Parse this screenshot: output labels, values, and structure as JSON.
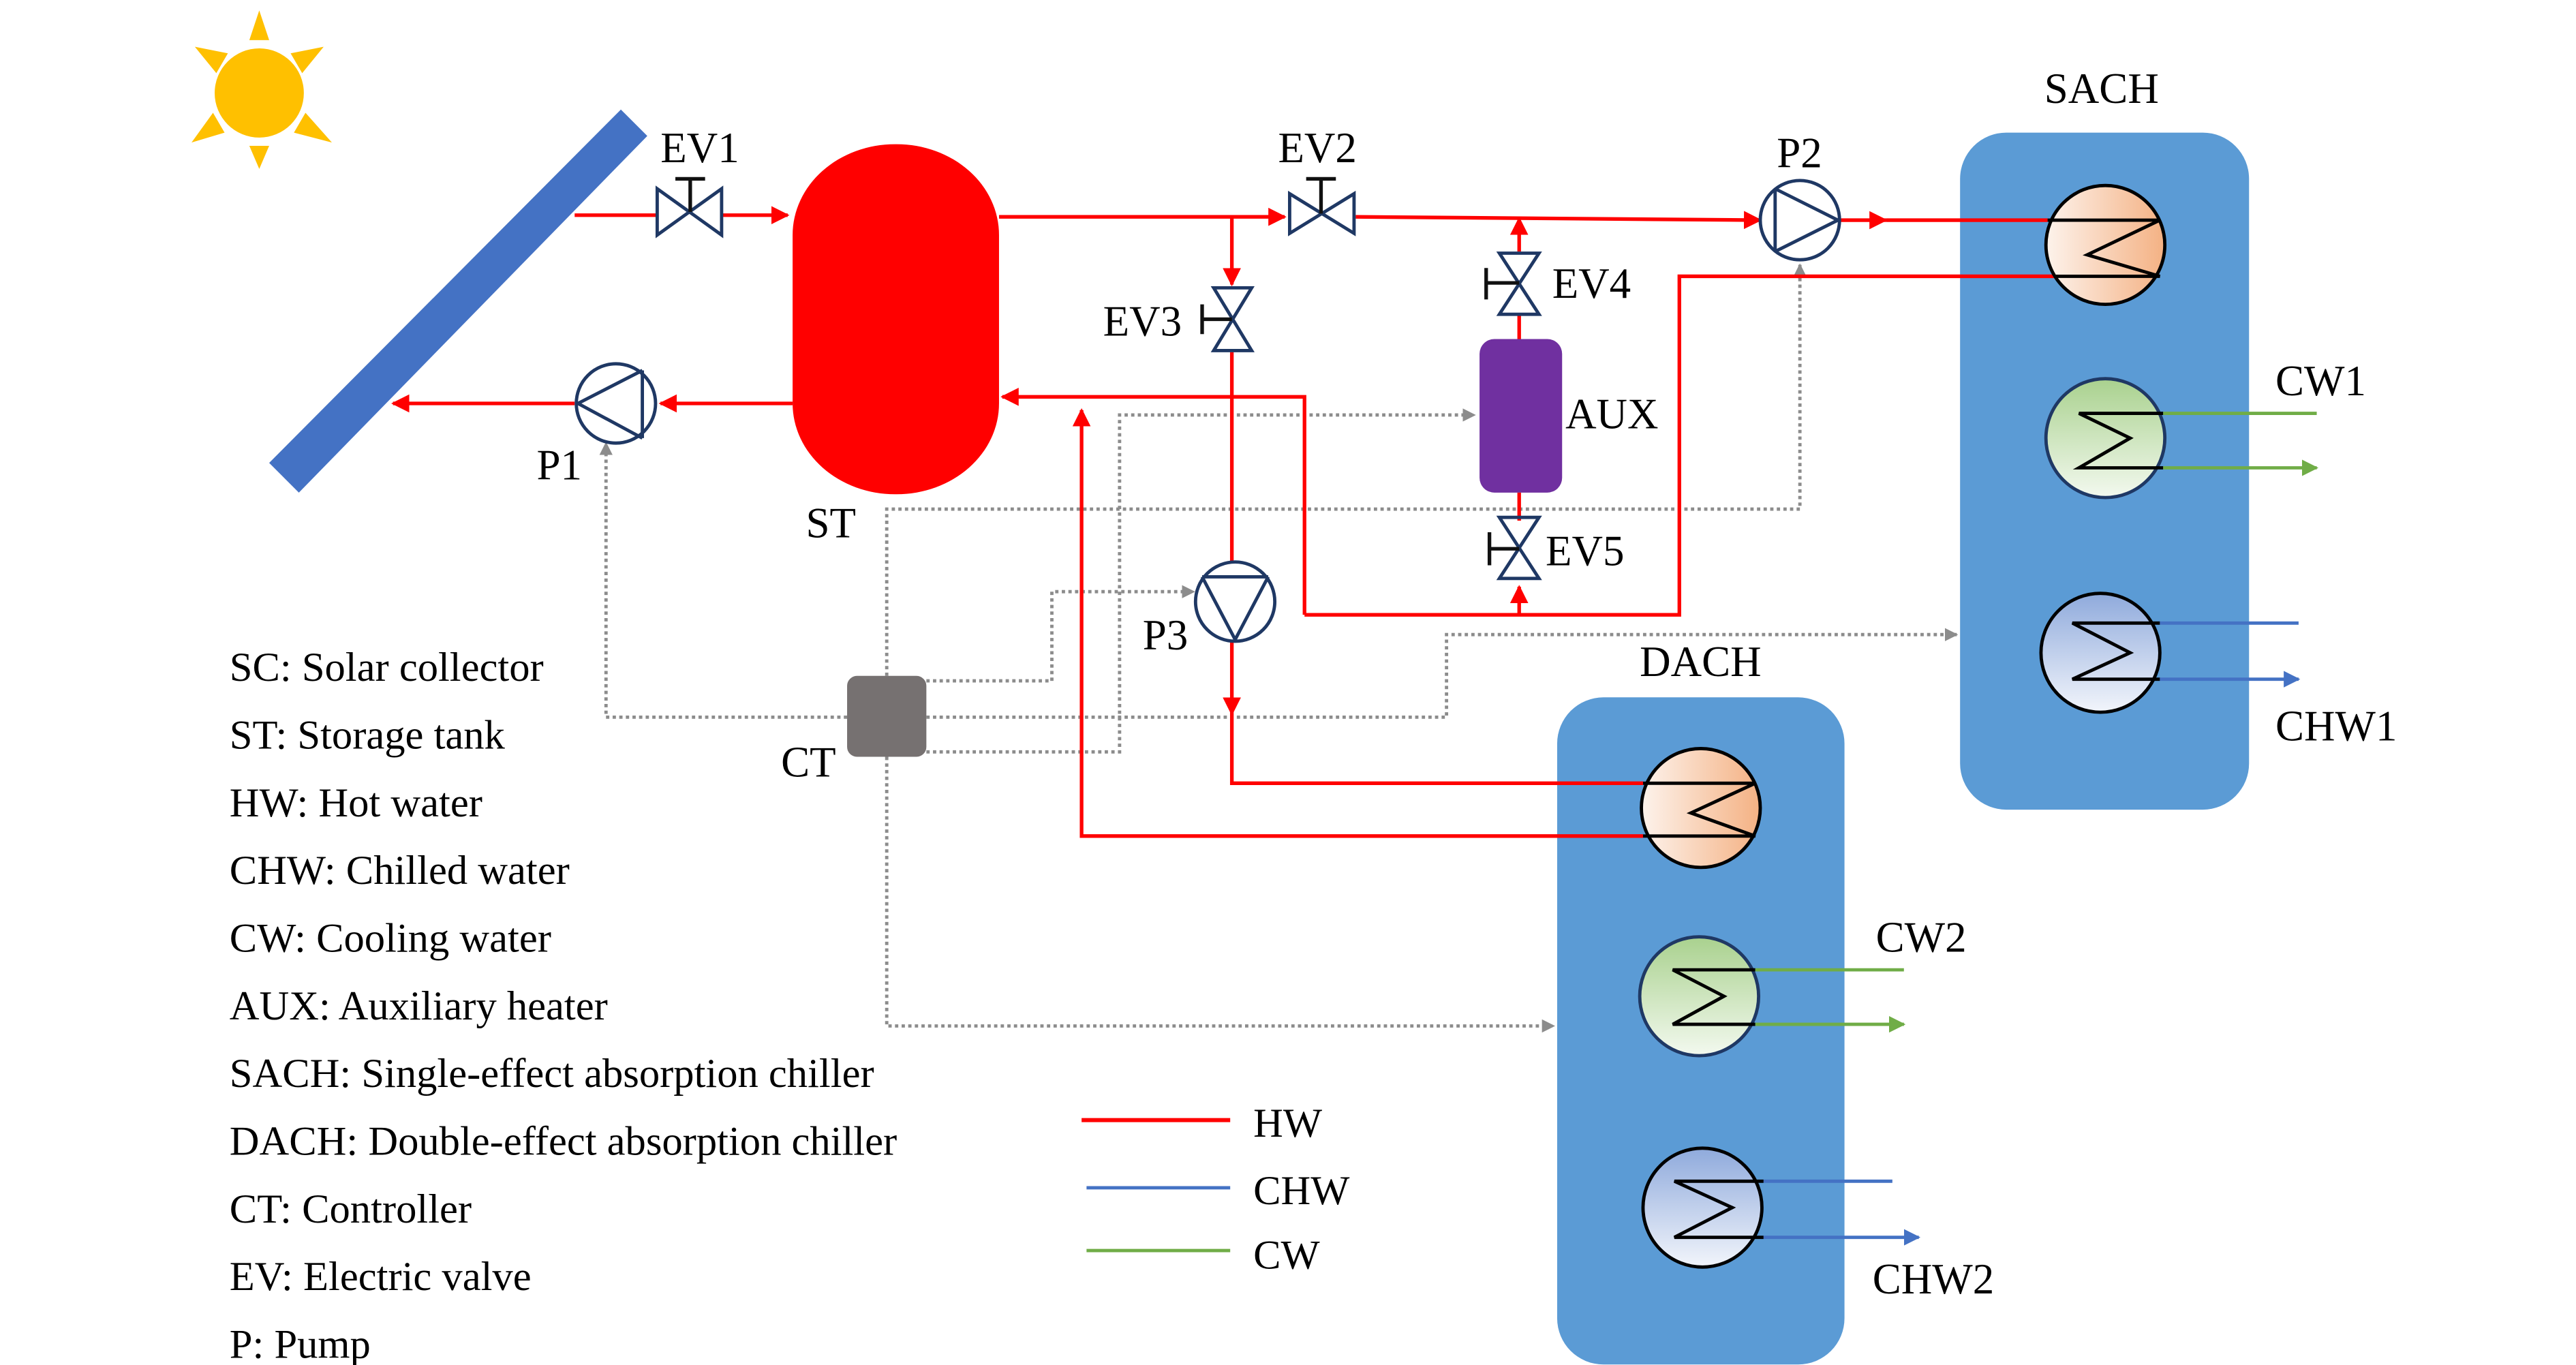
{
  "title": "Solar-driven absorption cooling system schematic",
  "colors": {
    "hot_water": "#ff0000",
    "chilled_water": "#4472c4",
    "cooling_water": "#70ad47",
    "signal": "#8c8c8c",
    "collector": "#4472c4",
    "storage_tank": "#ff0000",
    "aux_heater": "#7030a0",
    "chiller_box": "#5b9bd5",
    "controller": "#767171",
    "sun": "#ffc000"
  },
  "components": {
    "storage_tank": "ST",
    "aux_heater": "AUX",
    "controller": "CT",
    "sach": "SACH",
    "dach": "DACH",
    "pumps": [
      "P1",
      "P2",
      "P3"
    ],
    "valves": [
      "EV1",
      "EV2",
      "EV3",
      "EV4",
      "EV5"
    ],
    "ports": {
      "cw1": "CW1",
      "chw1": "CHW1",
      "cw2": "CW2",
      "chw2": "CHW2"
    }
  },
  "abbreviations": [
    "SC: Solar collector",
    "ST: Storage tank",
    "HW: Hot water",
    "CHW: Chilled water",
    "CW: Cooling water",
    "AUX: Auxiliary heater",
    "SACH: Single-effect absorption chiller",
    "DACH: Double-effect absorption chiller",
    "CT: Controller",
    "EV: Electric valve",
    "P: Pump"
  ],
  "line_legend": [
    {
      "label": "HW",
      "color": "#ff0000"
    },
    {
      "label": "CHW",
      "color": "#4472c4"
    },
    {
      "label": "CW",
      "color": "#70ad47"
    }
  ]
}
